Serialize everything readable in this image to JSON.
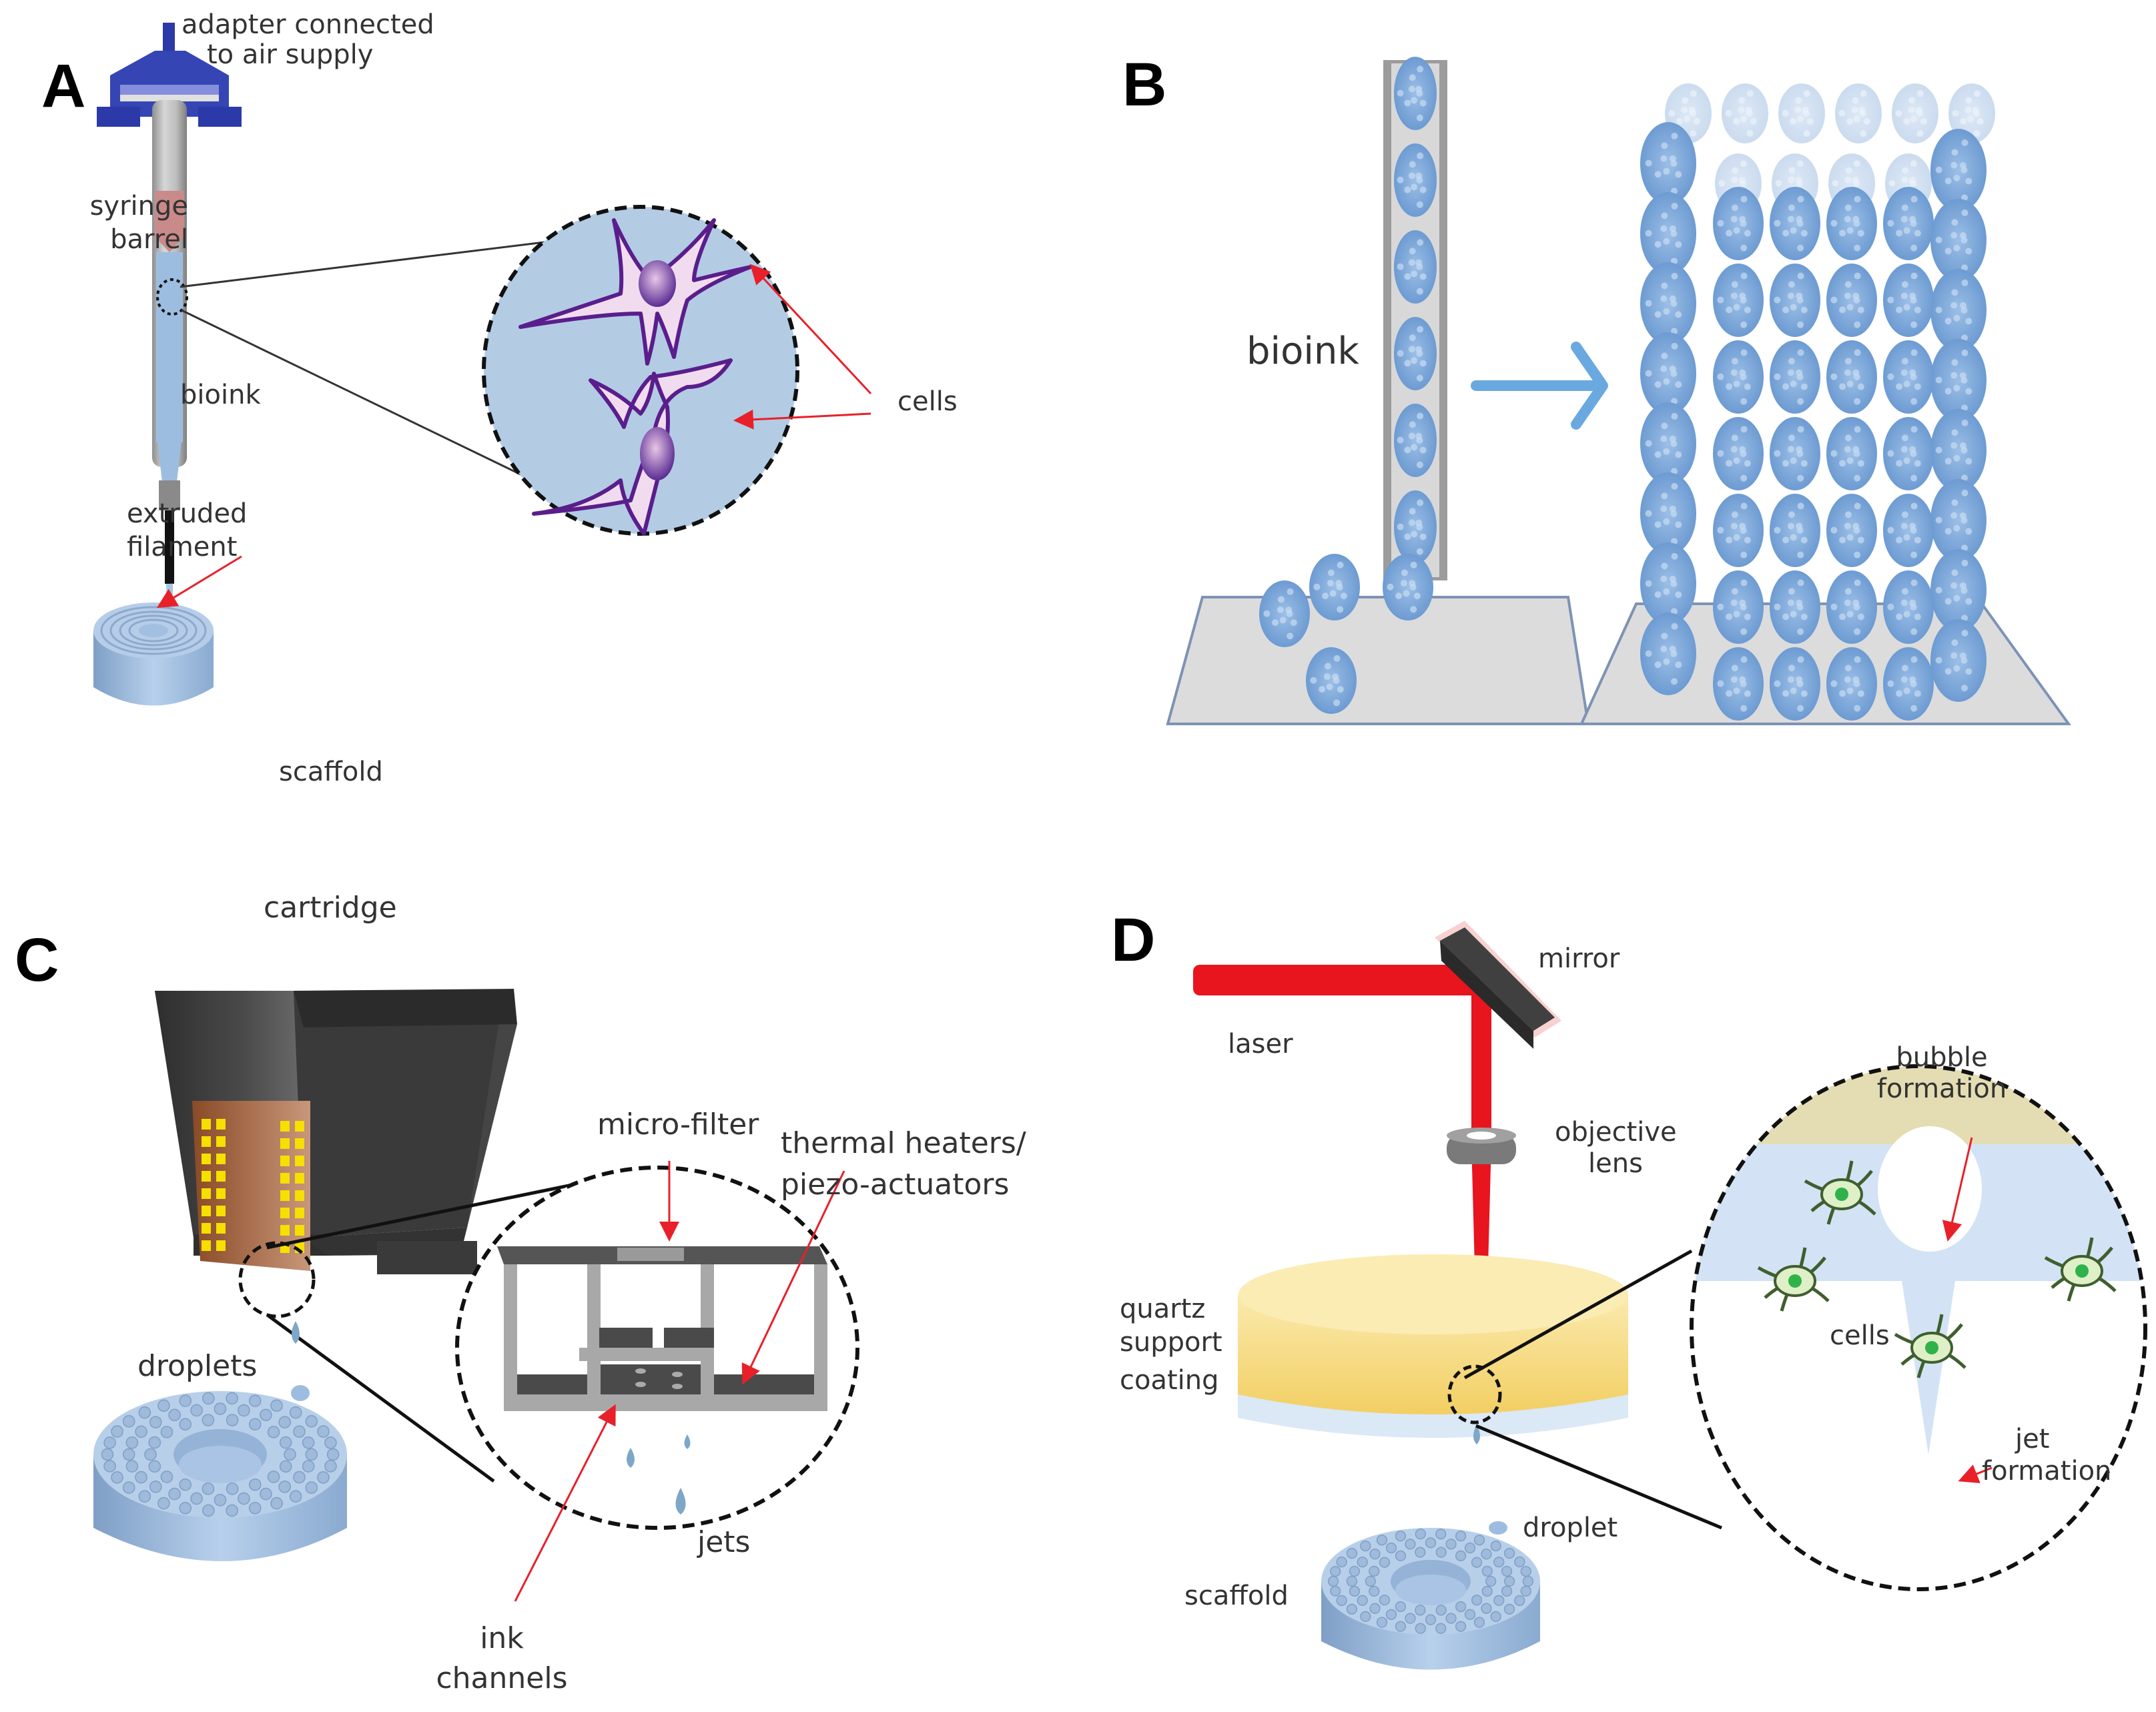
{
  "figure": {
    "panels": [
      {
        "letter": "A",
        "labels": {
          "adapter_line1": "adapter connected",
          "adapter_line2": "to air supply",
          "syringe_line1": "syringe",
          "syringe_line2": "barrel",
          "bioink": "bioink",
          "extruded_line1": "extruded",
          "extruded_line2": "filament",
          "scaffold": "scaffold",
          "cells": "cells"
        }
      },
      {
        "letter": "B",
        "labels": {
          "bioink": "bioink"
        }
      },
      {
        "letter": "C",
        "labels": {
          "cartridge": "cartridge",
          "micro_filter": "micro-filter",
          "thermal_line1": "thermal heaters/",
          "thermal_line2": "piezo-actuators",
          "droplets": "droplets",
          "jets": "jets",
          "ink_line1": "ink",
          "ink_line2": "channels"
        }
      },
      {
        "letter": "D",
        "labels": {
          "mirror": "mirror",
          "laser": "laser",
          "objective_line1": "objective",
          "objective_line2": "lens",
          "bubble_line1": "bubble",
          "bubble_line2": "formation",
          "quartz_line1": "quartz",
          "quartz_line2": "support",
          "coating": "coating",
          "cells": "cells",
          "jet_line1": "jet",
          "jet_line2": "formation",
          "droplet": "droplet",
          "scaffold": "scaffold"
        }
      }
    ],
    "colors": {
      "adapter_blue": "#2b3aa8",
      "syringe_gray": "#b8b8b8",
      "plunger_pink": "#c98a8a",
      "bioink_blue": "#9dbde0",
      "circle_fill": "#b3cce4",
      "cell_purple": "#5a1e8c",
      "cell_fill": "#f1dcef",
      "arrow_red": "#e8202a",
      "spheroid_blue": "#7aa6d8",
      "cartridge_dark": "#3c3c3c",
      "chip_copper": "#a8623a",
      "chip_yellow": "#f5e000",
      "laser_red": "#e8141e",
      "quartz_yellow": "#f7dd86",
      "coating_blue": "#d3e3f5",
      "cell_green": "#2fb24a",
      "scaffold_blue": "#a6c2e2"
    }
  }
}
